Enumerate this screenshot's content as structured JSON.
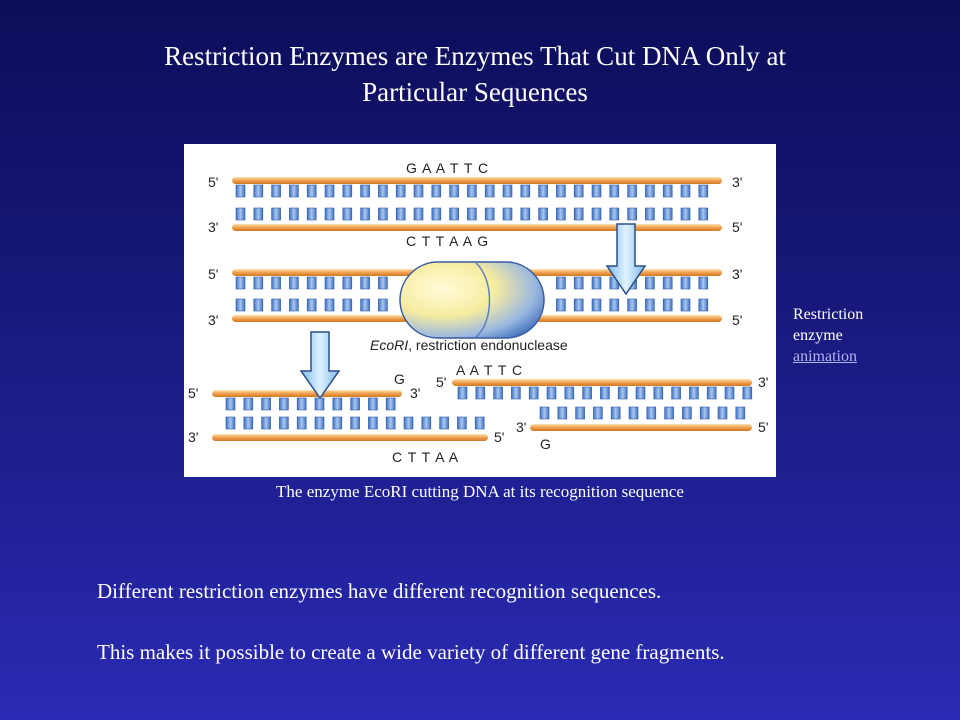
{
  "slide": {
    "title_line1": "Restriction Enzymes are Enzymes That Cut DNA Only at",
    "title_line2": "Particular Sequences",
    "caption": "The enzyme EcoRI cutting DNA at its recognition sequence",
    "side_note_line1": "Restriction",
    "side_note_line2": "enzyme",
    "side_note_link": "animation",
    "paragraph1": "Different restriction enzymes have different recognition sequences.",
    "paragraph2": "This makes it possible to create a wide variety of different gene fragments."
  },
  "diagram": {
    "top_sequence": "G A A T T C",
    "bottom_sequence": "C T T A A G",
    "enzyme_label": "EcoRI, restriction endonuclease",
    "enzyme_label_italic": "EcoRI",
    "enzyme_label_rest": ", restriction endonuclease",
    "end_5": "5'",
    "end_3": "3'",
    "frag_left_top": "G",
    "frag_left_bottom": "C T T A A",
    "frag_right_top": "A A T T C",
    "frag_right_bottom": "G",
    "colors": {
      "backbone": "#f0a050",
      "base_pair": "#6a9fe0",
      "arrow": "#9fd0f0",
      "enzyme": "#f8f0a0"
    }
  }
}
